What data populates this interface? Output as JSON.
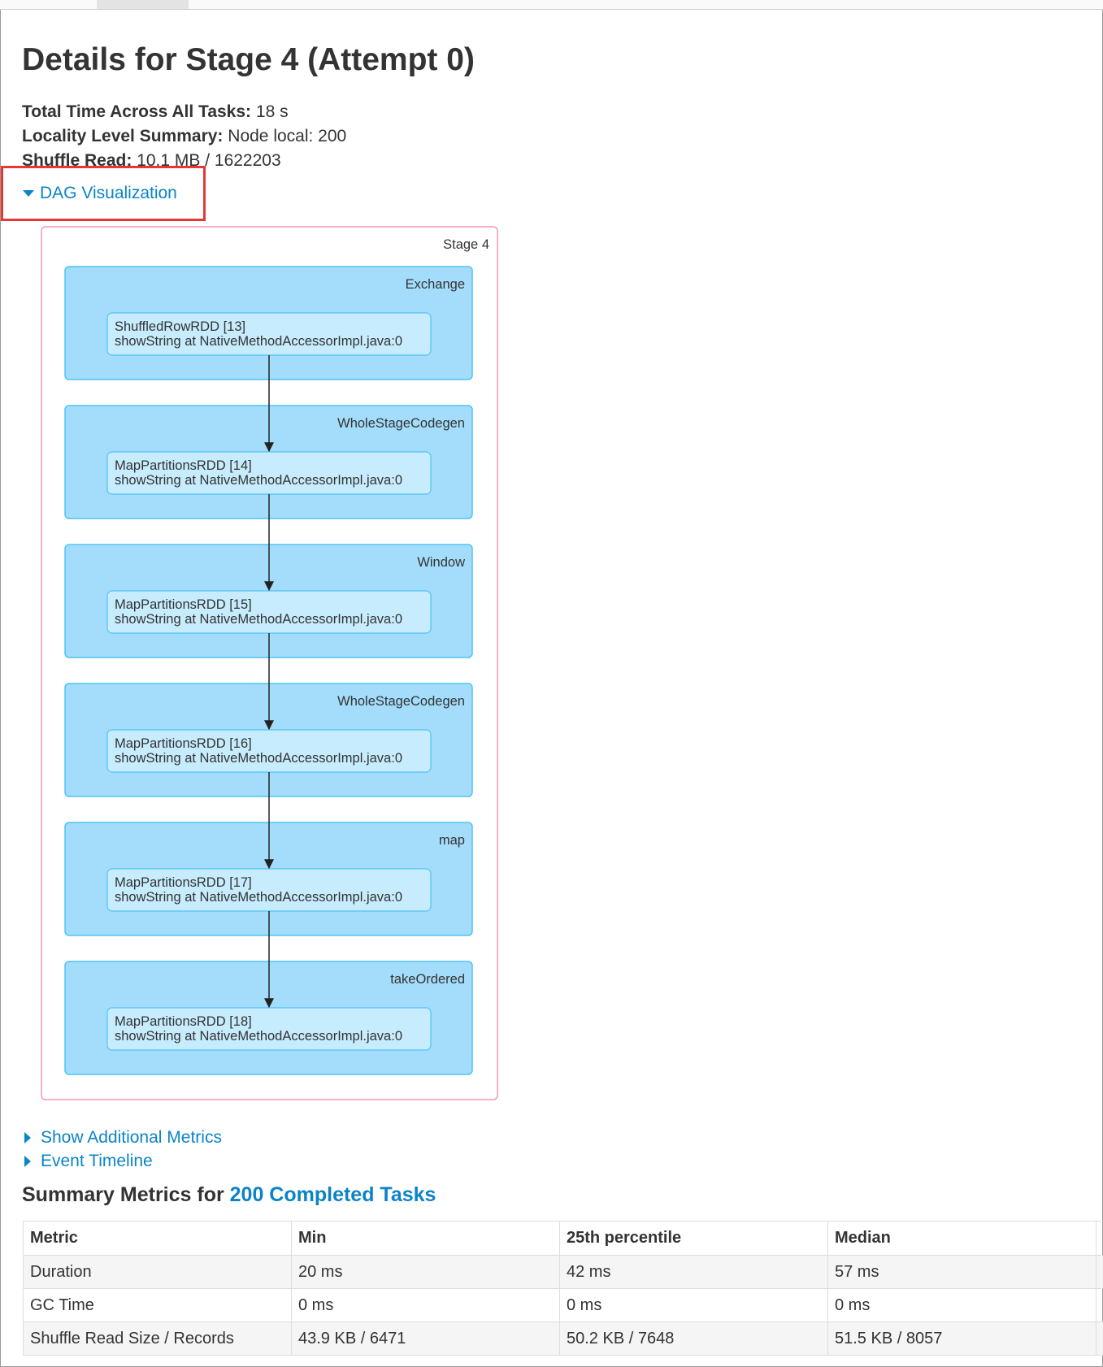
{
  "page": {
    "title": "Details for Stage 4 (Attempt 0)"
  },
  "summary": [
    {
      "label": "Total Time Across All Tasks:",
      "value": "18 s"
    },
    {
      "label": "Locality Level Summary:",
      "value": "Node local: 200"
    },
    {
      "label": "Shuffle Read:",
      "value": "10.1 MB / 1622203"
    }
  ],
  "toggles": {
    "dag": "DAG Visualization",
    "additional_metrics": "Show Additional Metrics",
    "event_timeline": "Event Timeline"
  },
  "dag": {
    "stage_label": "Stage 4",
    "clusters": [
      {
        "name": "Exchange",
        "node_line1": "ShuffledRowRDD [13]",
        "node_line2": "showString at NativeMethodAccessorImpl.java:0"
      },
      {
        "name": "WholeStageCodegen",
        "node_line1": "MapPartitionsRDD [14]",
        "node_line2": "showString at NativeMethodAccessorImpl.java:0"
      },
      {
        "name": "Window",
        "node_line1": "MapPartitionsRDD [15]",
        "node_line2": "showString at NativeMethodAccessorImpl.java:0"
      },
      {
        "name": "WholeStageCodegen",
        "node_line1": "MapPartitionsRDD [16]",
        "node_line2": "showString at NativeMethodAccessorImpl.java:0"
      },
      {
        "name": "map",
        "node_line1": "MapPartitionsRDD [17]",
        "node_line2": "showString at NativeMethodAccessorImpl.java:0"
      },
      {
        "name": "takeOrdered",
        "node_line1": "MapPartitionsRDD [18]",
        "node_line2": "showString at NativeMethodAccessorImpl.java:0"
      }
    ],
    "colors": {
      "stage_border": "#f29aae",
      "cluster_fill": "#a3ddfb",
      "cluster_border": "#4fc3f7",
      "node_fill": "#c7ecfd",
      "edge": "#222222"
    }
  },
  "metrics": {
    "title_prefix": "Summary Metrics for ",
    "title_link": "200 Completed Tasks",
    "headers": [
      "Metric",
      "Min",
      "25th percentile",
      "Median",
      ""
    ],
    "rows": [
      [
        "Duration",
        "20 ms",
        "42 ms",
        "57 ms",
        ""
      ],
      [
        "GC Time",
        "0 ms",
        "0 ms",
        "0 ms",
        ""
      ],
      [
        "Shuffle Read Size / Records",
        "43.9 KB / 6471",
        "50.2 KB / 7648",
        "51.5 KB / 8057",
        ""
      ]
    ]
  },
  "accent_color": "#0b84c6",
  "highlight_color": "#e53935"
}
